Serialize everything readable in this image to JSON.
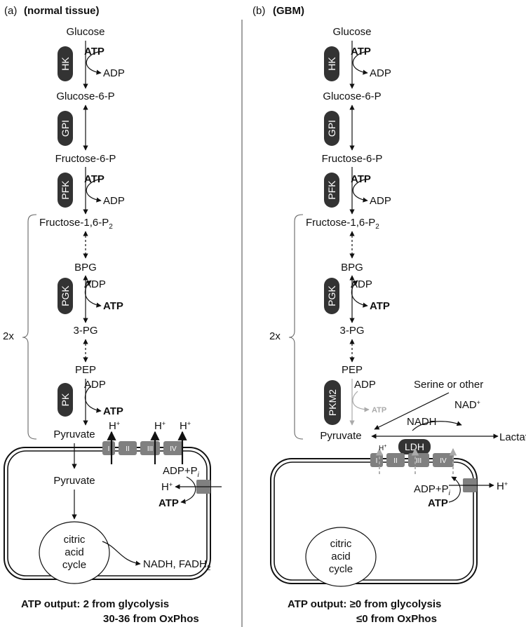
{
  "panel_a": {
    "label": "(a)",
    "title": "(normal tissue)",
    "metabolites": {
      "glucose": "Glucose",
      "g6p": "Glucose-6-P",
      "f6p": "Fructose-6-P",
      "f16p_main": "Fructose-1,6-P",
      "f16p_sub": "2",
      "bpg": "BPG",
      "pg3": "3-PG",
      "pep": "PEP",
      "pyruvate": "Pyruvate",
      "pyruvate_mito": "Pyruvate"
    },
    "enzymes": {
      "hk": "HK",
      "gpi": "GPI",
      "pfk": "PFK",
      "pgk": "PGK",
      "pk": "PK"
    },
    "cofactors": {
      "atp_hk": "ATP",
      "adp_hk": "ADP",
      "atp_pfk": "ATP",
      "adp_pfk": "ADP",
      "adp_pgk": "ADP",
      "atp_pgk": "ATP",
      "adp_pk": "ADP",
      "atp_pk": "ATP"
    },
    "multiplier": "2x",
    "complexes": [
      "I",
      "II",
      "III",
      "IV"
    ],
    "proton_main": "H",
    "proton_sup": "+",
    "synthase_adp_main": "ADP+P",
    "synthase_adp_sub": "i",
    "synthase_atp": "ATP",
    "cycle_lines": [
      "citric",
      "acid",
      "cycle"
    ],
    "nadh_main": "NADH, FADH",
    "nadh_sub": "2",
    "output_line1": "ATP output: 2 from glycolysis",
    "output_line2": "30-36 from OxPhos"
  },
  "panel_b": {
    "label": "(b)",
    "title": "(GBM)",
    "metabolites": {
      "glucose": "Glucose",
      "g6p": "Glucose-6-P",
      "f6p": "Fructose-6-P",
      "f16p_main": "Fructose-1,6-P",
      "f16p_sub": "2",
      "bpg": "BPG",
      "pg3": "3-PG",
      "pep": "PEP",
      "pyruvate": "Pyruvate",
      "lactate": "Lactate",
      "serine": "Serine or other"
    },
    "enzymes": {
      "hk": "HK",
      "gpi": "GPI",
      "pfk": "PFK",
      "pgk": "PGK",
      "pkm2": "PKM2",
      "ldh": "LDH"
    },
    "cofactors": {
      "atp_hk": "ATP",
      "adp_hk": "ADP",
      "atp_pfk": "ATP",
      "adp_pfk": "ADP",
      "adp_pgk": "ADP",
      "atp_pgk": "ATP",
      "adp_pkm2": "ADP",
      "atp_pkm2": "ATP",
      "nadh": "NADH",
      "nad_main": "NAD",
      "nad_sup": "+"
    },
    "multiplier": "2x",
    "complexes": [
      "I",
      "II",
      "III",
      "IV"
    ],
    "proton_main": "H",
    "proton_sup": "+",
    "synthase_adp_main": "ADP+P",
    "synthase_adp_sub": "i",
    "synthase_atp": "ATP",
    "cycle_lines": [
      "citric",
      "acid",
      "cycle"
    ],
    "output_line1": "ATP output: ≥0 from glycolysis",
    "output_line2": "≤0 from OxPhos"
  },
  "colors": {
    "enzyme": "#333333",
    "complex": "#808080",
    "faded": "#aaaaaa",
    "text": "#111111"
  }
}
